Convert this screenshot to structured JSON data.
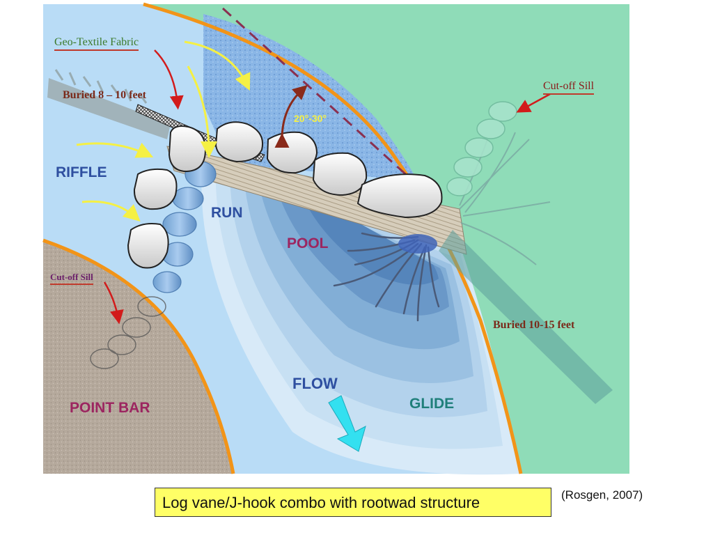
{
  "labels": {
    "geo_textile": "Geo-Textile Fabric",
    "buried_top": "Buried 8 – 10 feet",
    "angle": "20°-30°",
    "cutoff_right": "Cut-off Sill",
    "cutoff_left": "Cut-off Sill",
    "riffle": "RIFFLE",
    "run": "RUN",
    "pool": "POOL",
    "buried_right": "Buried 10-15 feet",
    "flow": "FLOW",
    "glide": "GLIDE",
    "point_bar": "POINT BAR"
  },
  "caption": "Log vane/J-hook combo with rootwad structure",
  "citation": "(Rosgen, 2007)",
  "colors": {
    "bank": "#8fdcb8",
    "water": "#b9dcf6",
    "point_bar": "#b8aca0",
    "bank_line": "#f29418",
    "label_red": "#8b1a1a",
    "label_blue": "#2e4fa0",
    "label_magenta": "#9c2560",
    "label_teal": "#1f7f7a",
    "flow_arrow": "#33e0f0",
    "caption_bg": "#ffff66"
  }
}
